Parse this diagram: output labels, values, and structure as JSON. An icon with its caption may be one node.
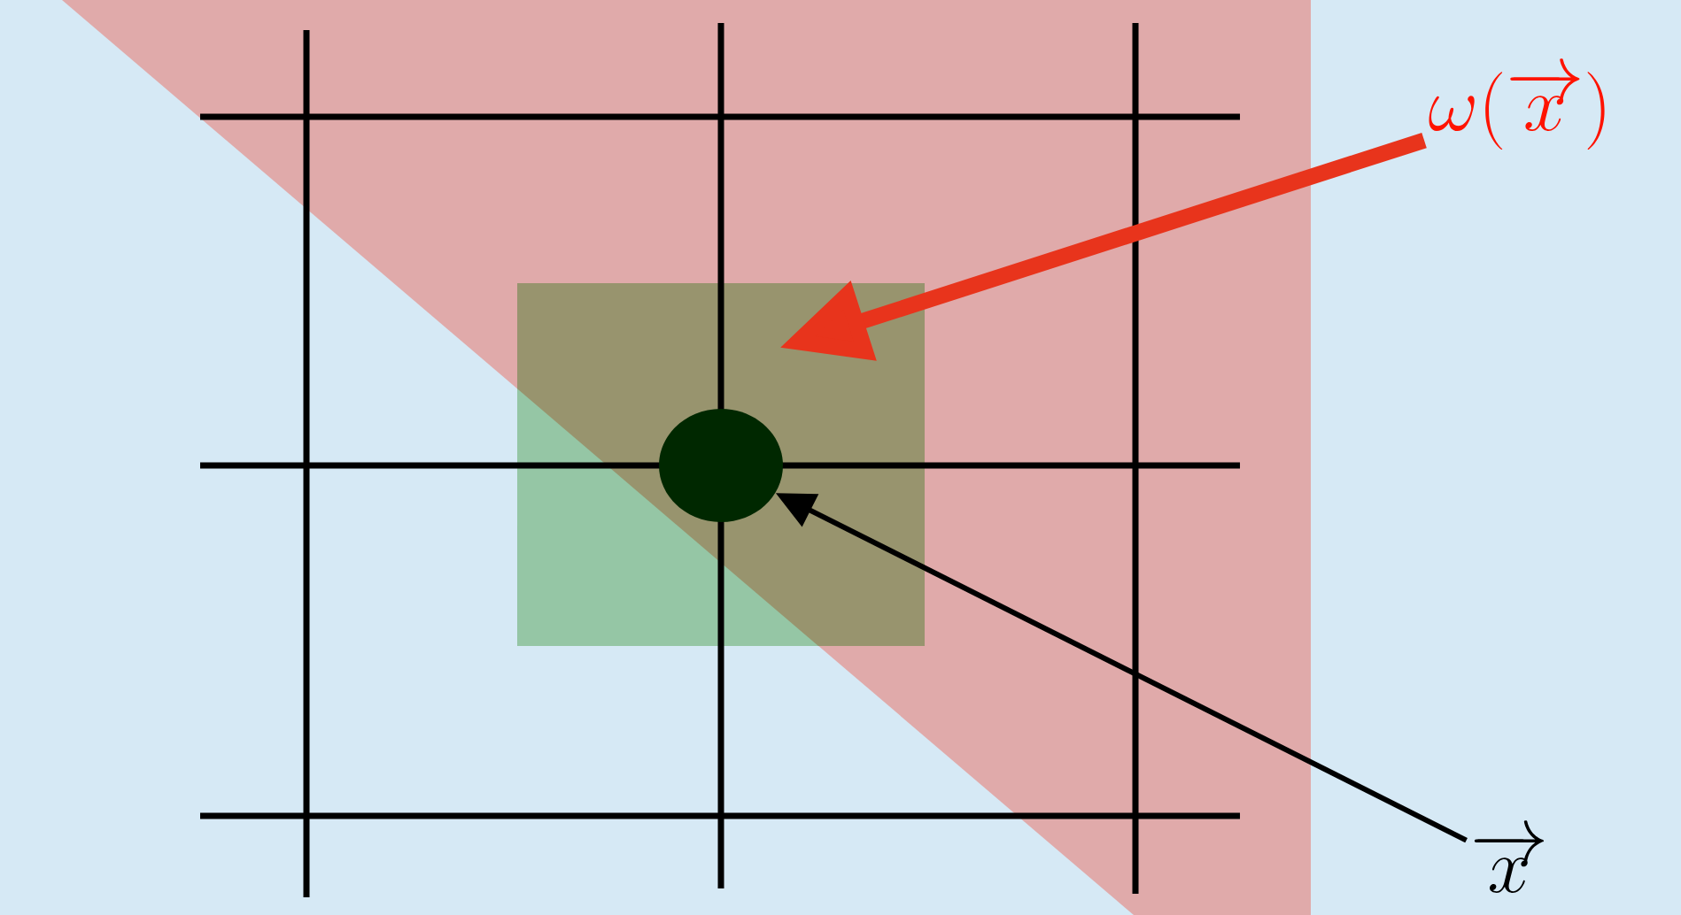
{
  "diagram": {
    "nodes": [
      {
        "text": [
          "\\omega(\\overrightarrow{x})"
        ]
      },
      {
        "text": [],
        "shape": "box"
      },
      {
        "text": [],
        "shape": "circle",
        "in": 1
      },
      {
        "text": [
          "\\overrightarrow{x}"
        ]
      }
    ],
    "edges": [
      {
        "from": 0,
        "to": 1,
        "arrow": "to",
        "style": "thick",
        "color": "#e8341c"
      },
      {
        "from": 3,
        "to": 2,
        "arrow": "to",
        "color": "#000000"
      }
    ]
  }
}
